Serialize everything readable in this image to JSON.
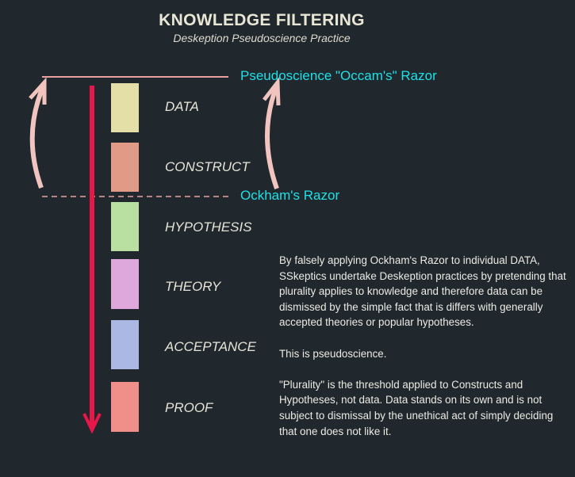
{
  "title": "KNOWLEDGE FILTERING",
  "subtitle": "Deskeption Pseudoscience Practice",
  "razors": {
    "pseudo": "Pseudoscience \"Occam's\" Razor",
    "ockham": "Ockham's Razor"
  },
  "levels": [
    {
      "label": "DATA",
      "color": "#e3dfa6"
    },
    {
      "label": "CONSTRUCT",
      "color": "#e09a85"
    },
    {
      "label": "HYPOTHESIS",
      "color": "#b9e0a0"
    },
    {
      "label": "THEORY",
      "color": "#dfa8dc"
    },
    {
      "label": "ACCEPTANCE",
      "color": "#aab8e3"
    },
    {
      "label": "PROOF",
      "color": "#f08f8a"
    }
  ],
  "paragraphs": [
    "By falsely applying Ockham's Razor to individual DATA, SSkeptics undertake Deskeption practices by pretending that plurality applies to knowledge and therefore data can be dismissed by the simple fact that is differs with generally accepted theories or popular hypotheses.",
    "This is pseudoscience.",
    "\"Plurality\" is the threshold applied to Constructs and Hypotheses, not data.  Data stands on its own and is not subject to dismissal by the unethical act of simply deciding that one does not like it."
  ],
  "colors": {
    "arrow": "#e8174a",
    "razor_line": "#e8a0a0",
    "curve": "#f2c4bf",
    "accent": "#1fe0e6"
  }
}
